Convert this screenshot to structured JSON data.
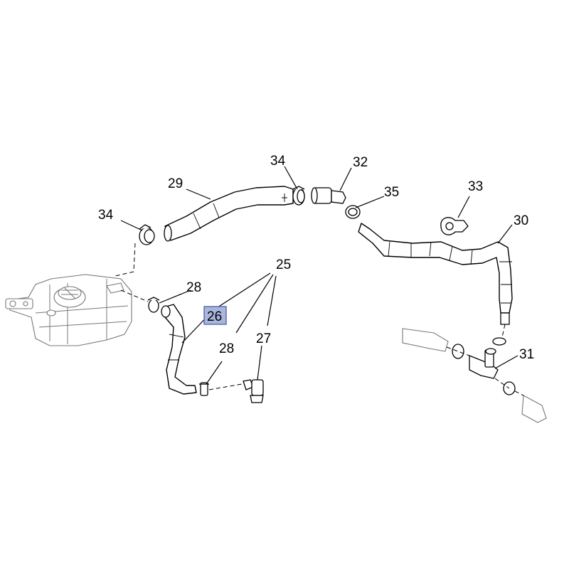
{
  "callouts": {
    "c29": "29",
    "c34a": "34",
    "c34b": "34",
    "c32": "32",
    "c35": "35",
    "c33": "33",
    "c30": "30",
    "c28a": "28",
    "c28b": "28",
    "c26": "26",
    "c25": "25",
    "c27": "27",
    "c31": "31"
  },
  "colors": {
    "highlight_fill": "#a9b6dc",
    "highlight_stroke": "#4a5fa8",
    "line": "#000000",
    "ghost": "#777777"
  }
}
